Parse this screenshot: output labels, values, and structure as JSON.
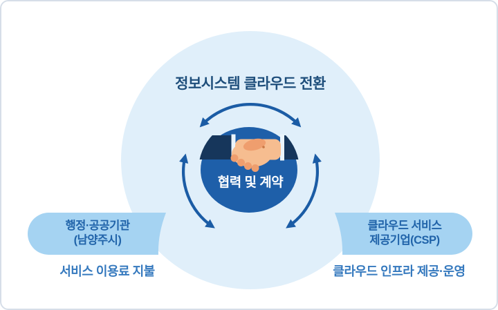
{
  "diagram": {
    "title": "정보시스템 클라우드 전환",
    "center_label": "협력 및 계약",
    "left": {
      "pill_line1": "행정·공공기관",
      "pill_line2": "(남양주시)",
      "caption": "서비스 이용료 지불"
    },
    "right": {
      "pill_line1": "클라우드 서비스",
      "pill_line2": "제공기업(CSP)",
      "caption": "클라우드 인프라 제공·운영"
    },
    "icons": [
      "handshake-icon",
      "cycle-arrows-icon"
    ]
  },
  "colors": {
    "title_navy": "#1E4E7B",
    "circle_bg": "#E0EFFA",
    "inner_circle": "#1E5FA9",
    "arrow": "#1B5CA5",
    "sleeve": "#16365B",
    "cuff": "#EAF4FC",
    "skin_light": "#F6BD90",
    "skin_dark": "#EF9E6E",
    "freckle": "#C97845",
    "pill_bg": "#A5D3F2",
    "pill_text": "#2063A9",
    "caption_text": "#3579BE",
    "center_text": "#FFFFFF",
    "frame_border": "#D6DEE8"
  }
}
